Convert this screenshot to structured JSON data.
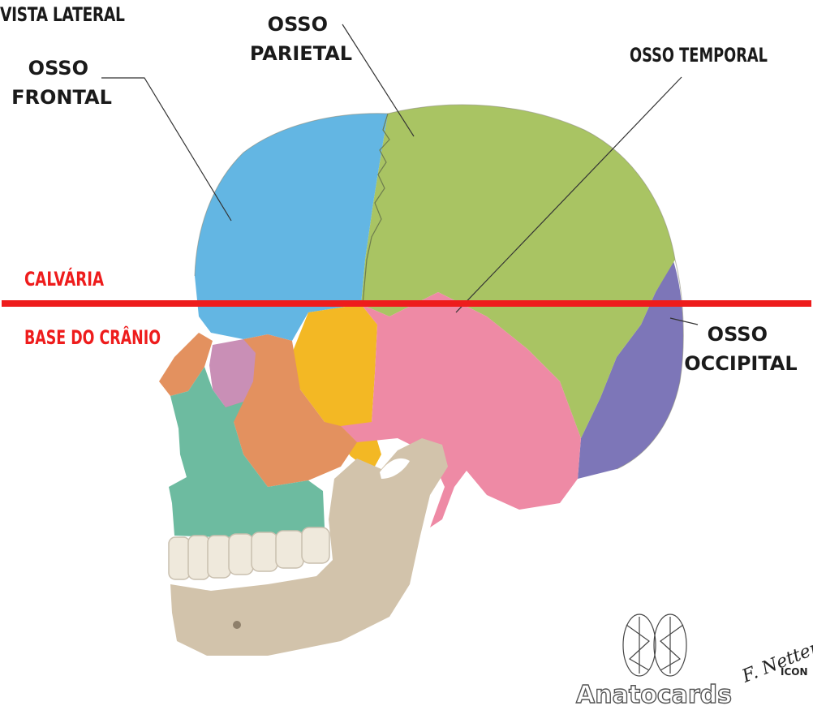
{
  "title": "VISTA LATERAL",
  "labels": {
    "frontal": [
      "OSSO",
      "FRONTAL"
    ],
    "parietal": [
      "OSSO",
      "PARIETAL"
    ],
    "temporal": "OSSO TEMPORAL",
    "occipital": [
      "OSSO",
      "OCCIPITAL"
    ],
    "calvaria": "CALVÁRIA",
    "base": "BASE DO CRÂNIO"
  },
  "colors": {
    "frontal": "#63b6e3",
    "parietal": "#a9c463",
    "temporal": "#ee8aa5",
    "occipital": "#7d76b8",
    "sphenoid": "#f3b824",
    "zygomatic": "#e3915f",
    "maxilla": "#6dbba0",
    "mandible": "#d2c3ab",
    "divider": "#ee1c1c",
    "region_text": "#ee1c1c"
  },
  "brand": {
    "name": "Anatocards",
    "signature": "F. Netter M.D.",
    "mark": "ICON"
  }
}
